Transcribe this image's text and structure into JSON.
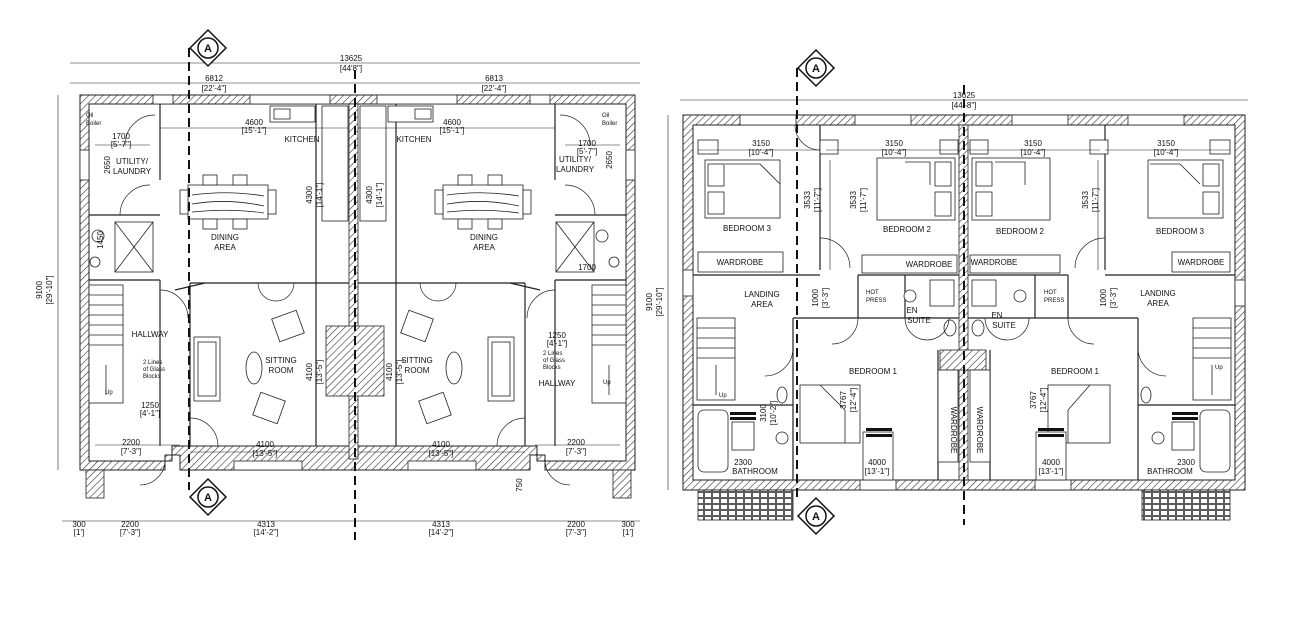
{
  "section_marker": "A",
  "ground": {
    "overall": "13625",
    "overall_imp": "[44'8\"]",
    "half_left": "6812",
    "half_left_imp": "[22'-4\"]",
    "half_right": "6813",
    "half_right_imp": "[22'-4\"]",
    "depth": "9100",
    "depth_imp": "[29'-10\"]",
    "kitchen": "KITCHEN",
    "kitchen_w": "4600",
    "kitchen_w_imp": "[15'-1\"]",
    "utility_line1": "UTILITY/",
    "utility_line2": "LAUNDRY",
    "oil_boiler_1": "Oil",
    "oil_boiler_2": "Boiler",
    "util_w": "1700",
    "util_w_imp": "[5'-7\"]",
    "util_h": "2650",
    "dining_1": "DINING",
    "dining_2": "AREA",
    "dining_h": "4300",
    "dining_h_imp": "[14'-1\"]",
    "hallway": "HALLWAY",
    "glass_1": "2 Lines",
    "glass_2": "of Glass",
    "glass_3": "Blocks",
    "up": "Up",
    "hall_w": "1250",
    "hall_w_imp": "[4'-1\"]",
    "sitting_1": "SITTING",
    "sitting_2": "ROOM",
    "sitting_h": "4100",
    "sitting_h_imp": "[13'-5\"]",
    "sitting_w": "4100",
    "sitting_w_imp": "[13'-5\"]",
    "porch_w": "2200",
    "porch_w_imp": "[7'-3\"]",
    "bottom_300": "300",
    "bottom_300_imp": "[1']",
    "bottom_4313": "4313",
    "bottom_4313_imp": "[14'-2\"]",
    "bay": "750",
    "util_small": "1450",
    "cupboard": "1700"
  },
  "first": {
    "overall": "13625",
    "overall_imp": "[44'-8\"]",
    "room_w": "3150",
    "room_w_imp": "[10'-4\"]",
    "depth": "9100",
    "depth_imp": "[29'-10\"]",
    "bedroom3": "BEDROOM 3",
    "bedroom2": "BEDROOM 2",
    "bedroom1": "BEDROOM 1",
    "bed_h": "3533",
    "bed_h_imp": "[11'-7\"]",
    "wardrobe": "WARDROBE",
    "landing_1": "LANDING",
    "landing_2": "AREA",
    "landing_h": "1000",
    "landing_h_imp": "[3'-3\"]",
    "hot_1": "HOT",
    "hot_2": "PRESS",
    "en_1": "EN",
    "en_2": "SUITE",
    "bed1_h": "3767",
    "bed1_h_imp": "[12'-4\"]",
    "bath": "BATHROOM",
    "bath_w": "2300",
    "bath_h": "3100",
    "bath_h_imp": "[10'-2\"]",
    "bed1_w": "4000",
    "bed1_w_imp": "[13'-1\"]",
    "up": "Up"
  }
}
